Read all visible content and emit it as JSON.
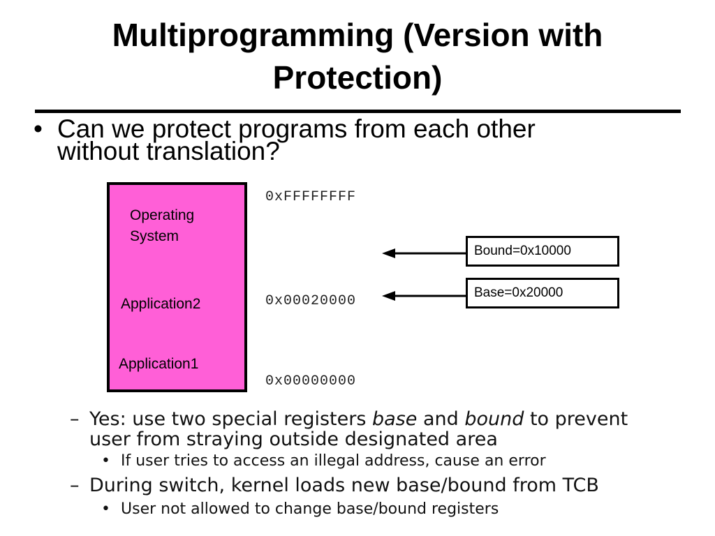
{
  "slide": {
    "title_line1": "Multiprogramming (Version with",
    "title_line2": "Protection)",
    "bullet_main": {
      "marker": "•",
      "line1": "Can we protect programs from each other",
      "line2": "without translation?"
    },
    "diagram": {
      "regions": {
        "os_line1": "Operating",
        "os_line2": "System",
        "app2": "Application2",
        "app1": "Application1"
      },
      "addresses": {
        "top": "0xFFFFFFFF",
        "middle": "0x00020000",
        "bottom": "0x00000000"
      },
      "registers": {
        "bound": "Bound=0x10000",
        "base": "Base=0x20000"
      },
      "colors": {
        "memory_fill": "#ff5fd7"
      }
    },
    "sub_bullets": [
      {
        "marker": "–",
        "line1_pre": "Yes: use two special registers ",
        "line1_em1": "base",
        "line1_mid": " and ",
        "line1_em2": "bound",
        "line1_post": " to prevent",
        "line2": "user from straying outside designated area",
        "detail_marker": "•",
        "detail": "If user tries to access an illegal address, cause an error"
      },
      {
        "marker": "–",
        "line1": "During switch, kernel loads new base/bound from TCB",
        "detail_marker": "•",
        "detail": "User not allowed to change base/bound registers"
      }
    ]
  }
}
